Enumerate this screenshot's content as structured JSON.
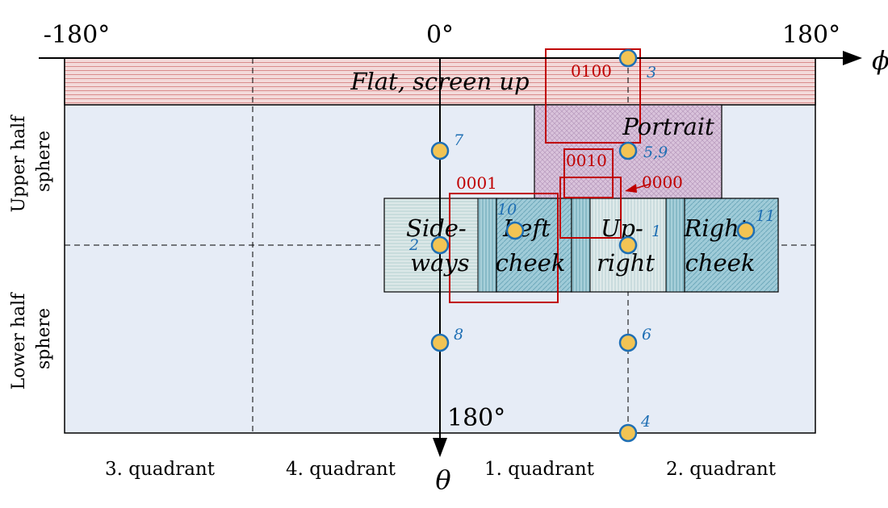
{
  "axes": {
    "phi_ticks": [
      "-180°",
      "0°",
      "180°"
    ],
    "phi_label": "ϕ",
    "theta_label": "θ",
    "theta_bottom_tick": "180°"
  },
  "hemispheres": {
    "upper": [
      "Upper half",
      "sphere"
    ],
    "lower": [
      "Lower half",
      "sphere"
    ]
  },
  "quadrants": [
    "3. quadrant",
    "4. quadrant",
    "1. quadrant",
    "2. quadrant"
  ],
  "regions": {
    "flat": "Flat, screen up",
    "portrait": "Portrait",
    "sideways": [
      "Side-",
      "ways"
    ],
    "left_cheek": [
      "Left",
      "cheek"
    ],
    "upright": [
      "Up-",
      "right"
    ],
    "right_cheek": [
      "Right",
      "cheek"
    ]
  },
  "codes": [
    "0100",
    "0010",
    "0001",
    "0000"
  ],
  "points": [
    "3",
    "5,9",
    "7",
    "10",
    "2",
    "1",
    "11",
    "8",
    "6",
    "4"
  ],
  "colors": {
    "background": "#e6ecf6",
    "flat_fill": "#f2d8d8",
    "flat_hatch": "#d98c8c",
    "portrait_fill": "#d7c1d9",
    "cheek_fill": "#9bc9d6",
    "side_fill": "#d9e6e6",
    "code_red": "#c00000",
    "point_blue": "#1f6fb4",
    "point_fill": "#f2c454"
  }
}
